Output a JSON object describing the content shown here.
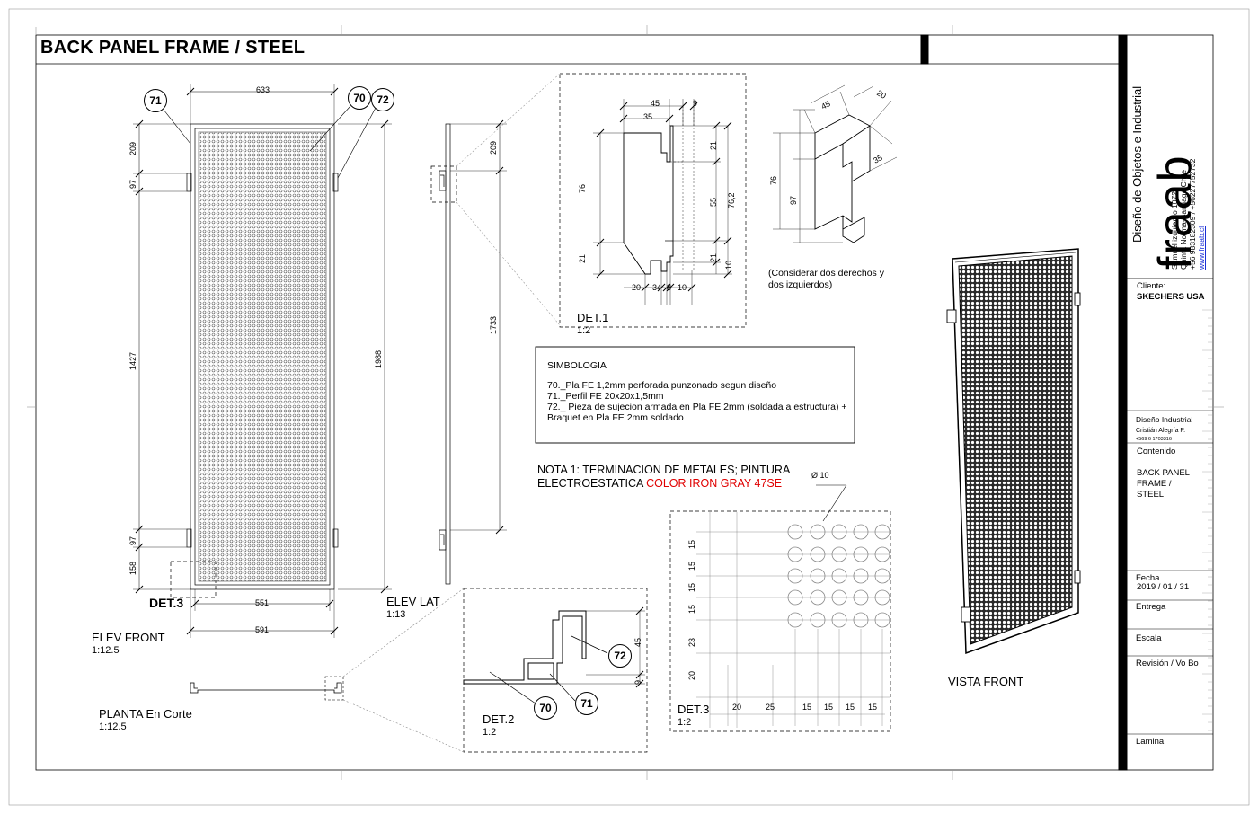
{
  "sheet_title": "BACK PANEL FRAME / STEEL",
  "views": {
    "elev_front": {
      "label": "ELEV FRONT",
      "scale": "1:12.5"
    },
    "elev_lat": {
      "label": "ELEV LAT",
      "scale": "1:13"
    },
    "planta": {
      "label": "PLANTA En Corte",
      "scale": "1:12.5"
    },
    "det1": {
      "label": "DET.1",
      "scale": "1:2"
    },
    "det2": {
      "label": "DET.2",
      "scale": "1:2"
    },
    "det3": {
      "label": "DET.3",
      "scale": "1:2"
    },
    "det3_callout": "DET.3",
    "vista_front": {
      "label": "VISTA FRONT"
    }
  },
  "dims": {
    "front_top": "633",
    "front_bottom_inner": "551",
    "front_bottom_outer": "591",
    "front_left": [
      "209",
      "97",
      "1427",
      "97",
      "158"
    ],
    "front_right": "1988",
    "lat": [
      "209",
      "1733"
    ],
    "det1_top": [
      "45",
      "9",
      "35"
    ],
    "det1_left": [
      "76",
      "21"
    ],
    "det1_right": [
      "21",
      "55",
      "76,2",
      "21",
      "10"
    ],
    "det1_bottom": [
      "20",
      "34",
      "8",
      "10"
    ],
    "iso": [
      "45",
      "20",
      "35",
      "76",
      "97"
    ],
    "det2": [
      "45",
      "9"
    ],
    "det3_left": [
      "15",
      "15",
      "15",
      "15",
      "23",
      "20"
    ],
    "det3_bottom": [
      "20",
      "25",
      "15",
      "15",
      "15",
      "15"
    ],
    "det3_hole": "Ø 10"
  },
  "bubbles": {
    "b71": "71",
    "b70": "70",
    "b72": "72"
  },
  "iso_note": [
    "(Considerar dos derechos y",
    "dos izquierdos)"
  ],
  "simbologia": {
    "title": "SIMBOLOGIA",
    "lines": [
      "70._Pla FE 1,2mm perforada punzonado segun diseño",
      "71._Perfil FE 20x20x1,5mm",
      "72._ Pieza de sujecion armada en Pla FE 2mm (soldada a estructura) +",
      "Braquet en Pla FE 2mm soldado"
    ]
  },
  "nota": {
    "line1": "NOTA 1: TERMINACION  DE METALES; PINTURA",
    "line2_prefix": "ELECTROESTATICA ",
    "line2_color": "COLOR IRON GRAY 47SE",
    "accent": "#e00000"
  },
  "title_block": {
    "company": "Diseño de Objetos e Industrial",
    "logo_text": "fraab",
    "address": [
      "Samuel izquierdo 10726",
      "Quinta Norma-Santiago Chile",
      "+56 983182309  /  +56227752732"
    ],
    "web": "www.fraab.cl",
    "cliente_label": "Cliente:",
    "cliente": "SKECHERS USA",
    "diseno_label": "Diseño Industrial",
    "designer": "Cristián Alegría P.",
    "designer_phone": "+569 6 1703316",
    "contenido_label": "Contenido",
    "contenido": [
      "BACK PANEL",
      "FRAME /",
      "STEEL"
    ],
    "fecha_label": "Fecha",
    "fecha": "2019 / 01 / 31",
    "entrega_label": "Entrega",
    "escala_label": "Escala",
    "revision_label": "Revisión  / Vo Bo",
    "lamina_label": "Lamina"
  }
}
